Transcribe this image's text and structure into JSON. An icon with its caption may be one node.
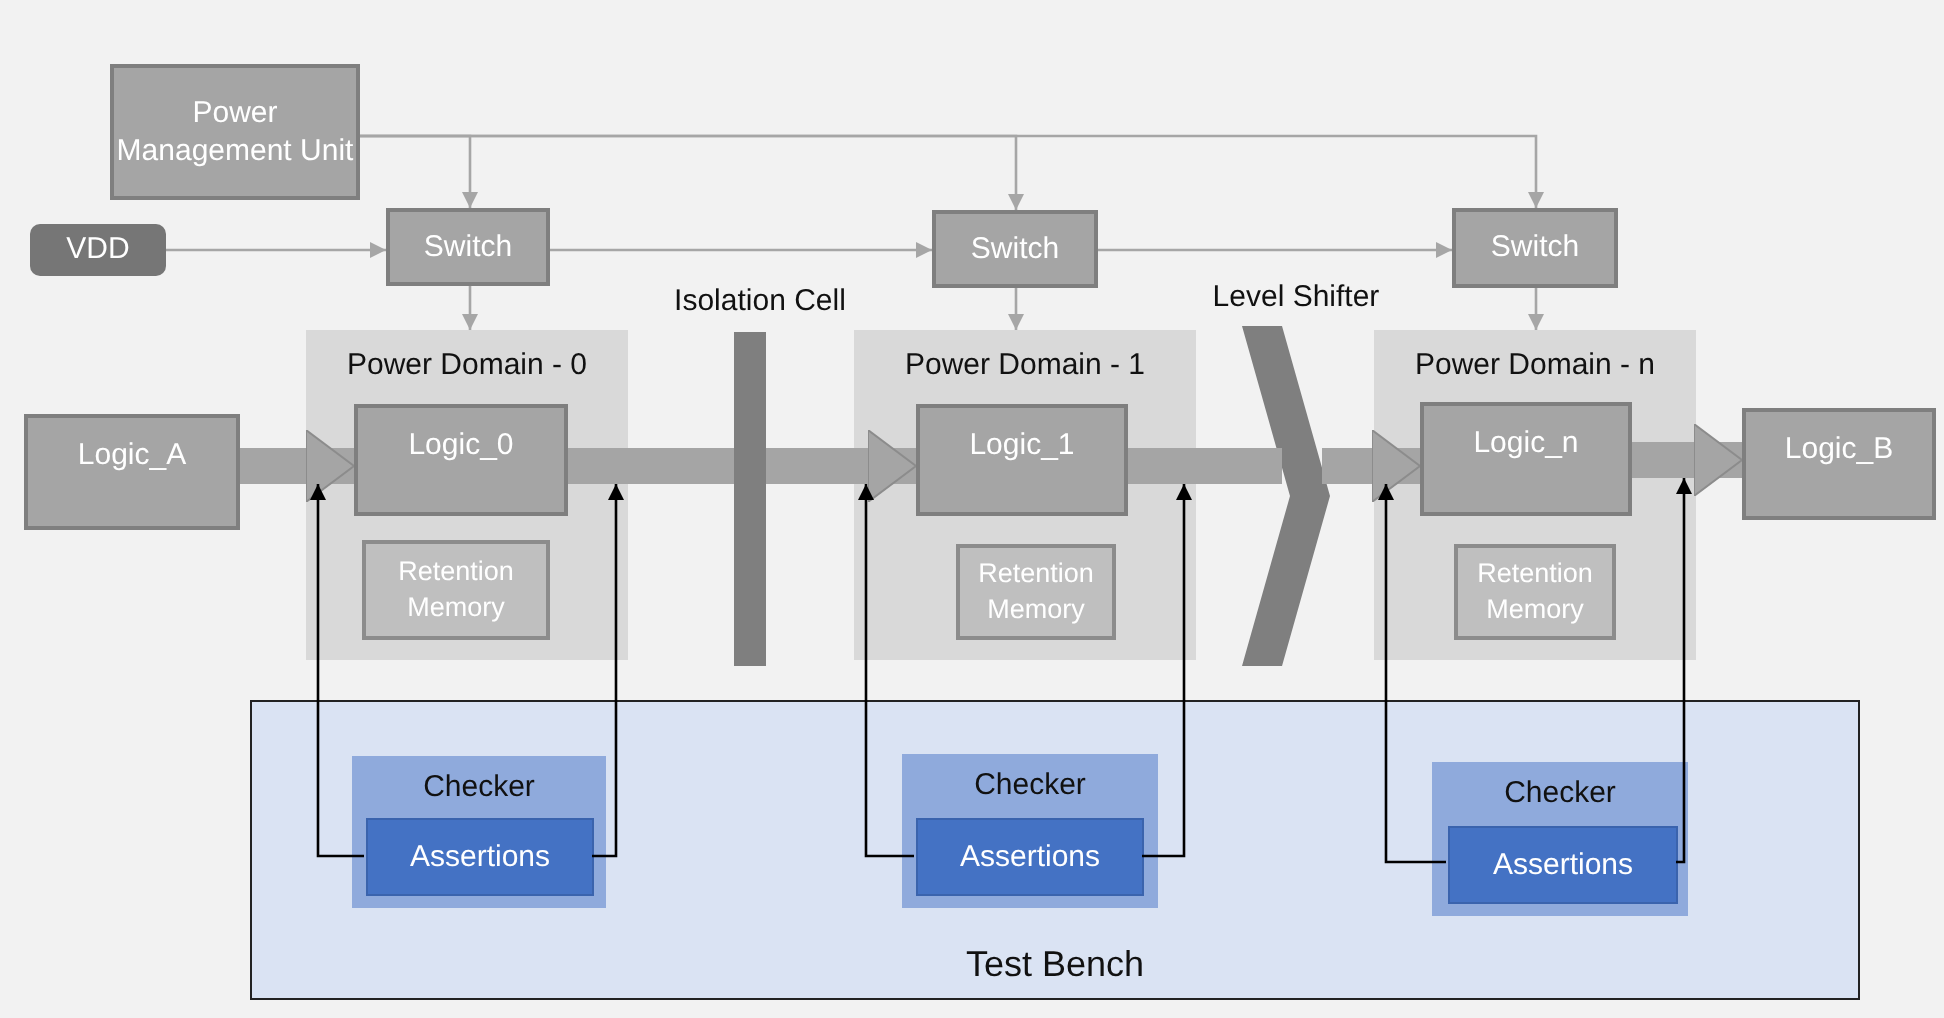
{
  "diagram": {
    "nodes": [
      {
        "text": [
          "Power Management Unit"
        ]
      },
      {
        "text": [
          "VDD"
        ]
      },
      {
        "text": [
          "Switch"
        ]
      },
      {
        "text": [
          "Switch"
        ]
      },
      {
        "text": [
          "Switch"
        ]
      },
      {
        "text": [
          "Isolation Cell"
        ]
      },
      {
        "text": [
          "Level Shifter"
        ]
      },
      {
        "text": [
          "Power Domain - 0"
        ]
      },
      {
        "text": [
          "Logic_0"
        ],
        "in": 7
      },
      {
        "text": [
          "Retention Memory"
        ],
        "in": 7
      },
      {
        "text": [
          "Power Domain - 1"
        ]
      },
      {
        "text": [
          "Logic_1"
        ],
        "in": 10
      },
      {
        "text": [
          "Retention Memory"
        ],
        "in": 10
      },
      {
        "text": [
          "Power Domain - n"
        ]
      },
      {
        "text": [
          "Logic_n"
        ],
        "in": 13
      },
      {
        "text": [
          "Retention Memory"
        ],
        "in": 13
      },
      {
        "text": [
          "Logic_A"
        ]
      },
      {
        "text": [
          "Logic_B"
        ]
      },
      {
        "text": [
          "Test Bench"
        ]
      },
      {
        "text": [
          "Checker"
        ],
        "in": 18
      },
      {
        "text": [
          "Assertions"
        ],
        "in": 19
      },
      {
        "text": [
          "Checker"
        ],
        "in": 18
      },
      {
        "text": [
          "Assertions"
        ],
        "in": 21
      },
      {
        "text": [
          "Checker"
        ],
        "in": 18
      },
      {
        "text": [
          "Assertions"
        ],
        "in": 23
      }
    ],
    "edges": [
      {
        "from": 0,
        "to": 2,
        "arrow": "to"
      },
      {
        "from": 0,
        "to": 3,
        "arrow": "to"
      },
      {
        "from": 0,
        "to": 4,
        "arrow": "to"
      },
      {
        "from": 1,
        "to": 2,
        "arrow": "to"
      },
      {
        "from": 2,
        "to": 3,
        "arrow": "to"
      },
      {
        "from": 3,
        "to": 4,
        "arrow": "to"
      },
      {
        "from": 2,
        "to": 7,
        "arrow": "to"
      },
      {
        "from": 3,
        "to": 10,
        "arrow": "to"
      },
      {
        "from": 4,
        "to": 13,
        "arrow": "to"
      },
      {
        "from": 16,
        "to": 8,
        "arrow": "to",
        "style": "thick"
      },
      {
        "from": 8,
        "to": 5,
        "arrow": "none",
        "style": "thick"
      },
      {
        "from": 5,
        "to": 11,
        "arrow": "to",
        "style": "thick"
      },
      {
        "from": 11,
        "to": 6,
        "arrow": "none",
        "style": "thick"
      },
      {
        "from": 6,
        "to": 14,
        "arrow": "to",
        "style": "thick"
      },
      {
        "from": 14,
        "to": 17,
        "arrow": "to",
        "style": "thick"
      },
      {
        "from": 20,
        "to": 7,
        "arrow": "to",
        "color": "#000000"
      },
      {
        "from": 20,
        "to": 7,
        "arrow": "to",
        "color": "#000000"
      },
      {
        "from": 22,
        "to": 10,
        "arrow": "to",
        "color": "#000000"
      },
      {
        "from": 22,
        "to": 10,
        "arrow": "to",
        "color": "#000000"
      },
      {
        "from": 24,
        "to": 13,
        "arrow": "to",
        "color": "#000000"
      },
      {
        "from": 24,
        "to": 13,
        "arrow": "to",
        "color": "#000000"
      }
    ]
  }
}
